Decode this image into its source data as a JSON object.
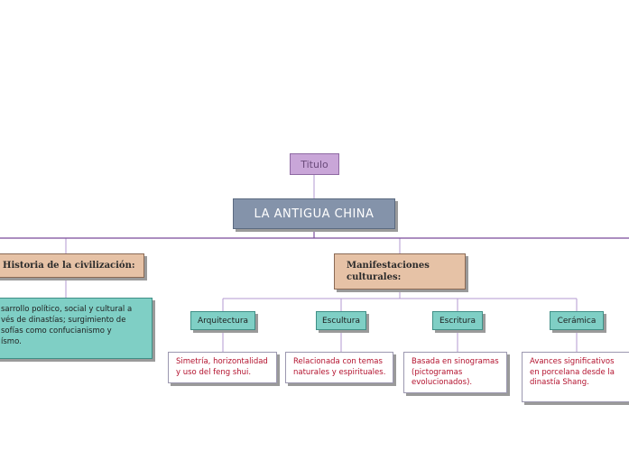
{
  "diagram": {
    "title_node": "Titulo",
    "main_node": "LA ANTIGUA CHINA",
    "branches": [
      {
        "label": "Historia de la civilización:",
        "detail": [
          "sarrollo político, social y cultural a",
          "vés de dinastías; surgimiento de",
          "sofías como confucianismo y",
          "ísmo."
        ]
      },
      {
        "label": [
          "Manifestaciones",
          "culturales:"
        ],
        "children": [
          {
            "label": "Arquitectura",
            "detail": [
              "Simetría, horizontalidad",
              "y uso del feng shui."
            ]
          },
          {
            "label": "Escultura",
            "detail": [
              "Relacionada con temas",
              "naturales y espirituales."
            ]
          },
          {
            "label": "Escritura",
            "detail": [
              "Basada en sinogramas",
              "(pictogramas",
              "evolucionados)."
            ]
          },
          {
            "label": "Cerámica",
            "detail": [
              "Avances significativos",
              "en porcelana desde la",
              "dinastía Shang."
            ]
          }
        ]
      }
    ]
  },
  "colors": {
    "title_fill": "#c9a6d8",
    "main_fill": "#8493aa",
    "level1_fill": "#e6c2a6",
    "level2_fill": "#7fcfc5",
    "leaf_text": "#b3122e",
    "connector": "#9b7fc0",
    "main_connector": "#7a4b9a"
  }
}
